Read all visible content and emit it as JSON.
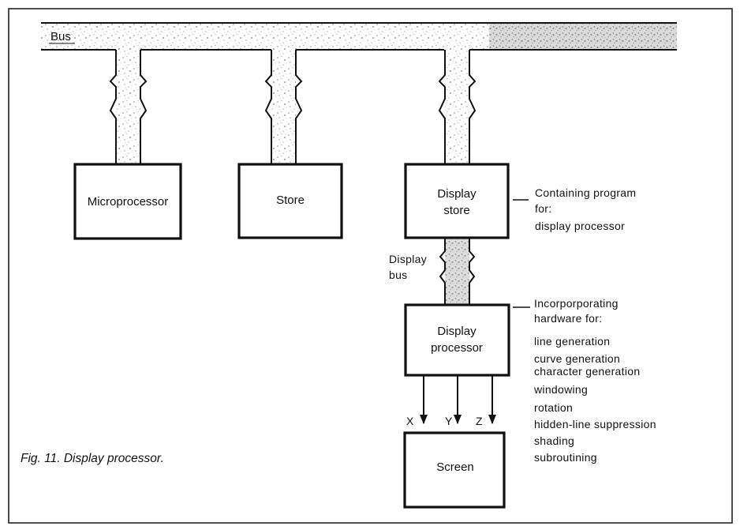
{
  "bus_label": "Bus",
  "boxes": {
    "microprocessor": "Microprocessor",
    "store": "Store",
    "display_store": [
      "Display",
      "store"
    ],
    "display_processor": [
      "Display",
      "processor"
    ],
    "screen": "Screen"
  },
  "display_bus_label": [
    "Display",
    "bus"
  ],
  "display_store_note": [
    "Containing program",
    "for:",
    "display processor"
  ],
  "display_processor_note": {
    "heading": [
      "Incorporporating",
      "hardware for:"
    ],
    "items": [
      "line generation",
      "curve generation",
      "character generation",
      "windowing",
      "rotation",
      "hidden-line suppression",
      "shading",
      "subroutining"
    ]
  },
  "signals": [
    "X",
    "Y",
    "Z"
  ],
  "caption": "Fig. 11. Display processor."
}
